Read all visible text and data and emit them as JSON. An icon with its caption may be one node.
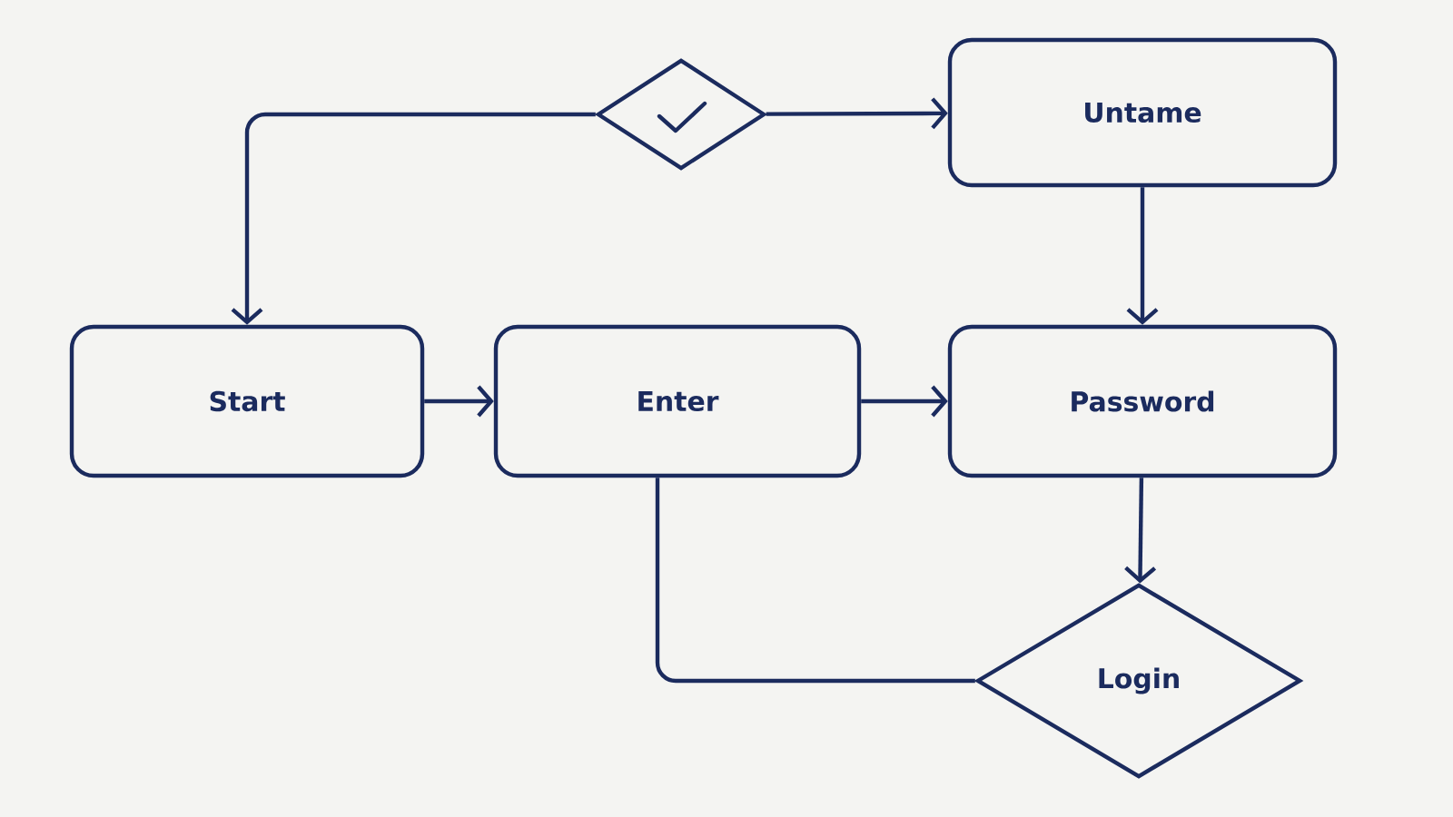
{
  "diagram": {
    "nodes": [
      {
        "text": [],
        "shape": "diamond"
      },
      {
        "text": [
          "Untame"
        ]
      },
      {
        "text": [
          "Start"
        ]
      },
      {
        "text": [
          "Enter"
        ]
      },
      {
        "text": [
          "Password"
        ]
      },
      {
        "text": [
          "Login"
        ]
      }
    ],
    "edges": [
      {
        "from": 0,
        "to": 1,
        "arrow": "to"
      },
      {
        "from": 0,
        "to": 2,
        "arrow": "to"
      },
      {
        "from": 1,
        "to": 4,
        "arrow": "to"
      },
      {
        "from": 2,
        "to": 3,
        "arrow": "to"
      },
      {
        "from": 3,
        "to": 4,
        "arrow": "to"
      },
      {
        "from": 4,
        "to": 5,
        "arrow": "to"
      },
      {
        "from": 3,
        "to": 5,
        "arrow": "none"
      }
    ]
  }
}
